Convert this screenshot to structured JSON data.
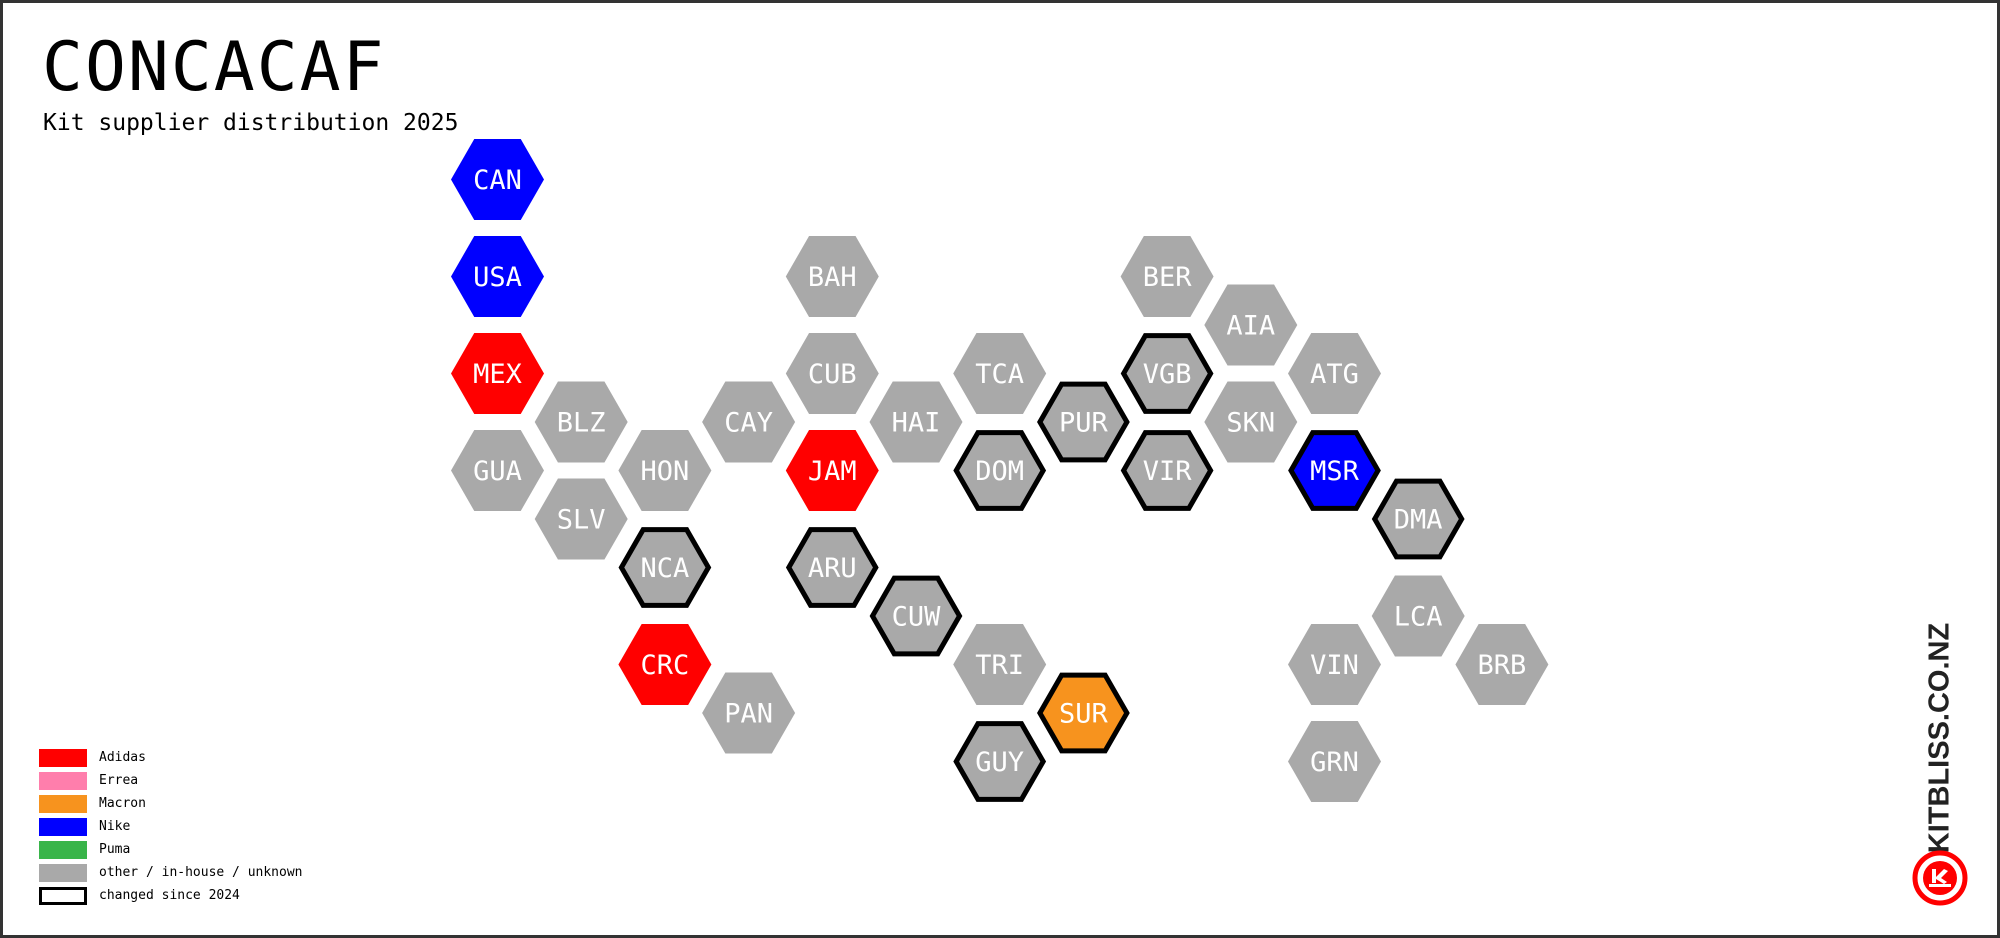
{
  "title": "CONCACAF",
  "subtitle": "Kit supplier distribution 2025",
  "colors": {
    "Adidas": "#ff0000",
    "Errea": "#ff7eac",
    "Macron": "#f7931e",
    "Nike": "#0000ff",
    "Puma": "#39b54a",
    "other": "#a9a9a9",
    "outline": "#000000"
  },
  "legend": [
    {
      "label": "Adidas",
      "key": "Adidas"
    },
    {
      "label": "Errea",
      "key": "Errea"
    },
    {
      "label": "Macron",
      "key": "Macron"
    },
    {
      "label": "Nike",
      "key": "Nike"
    },
    {
      "label": "Puma",
      "key": "Puma"
    },
    {
      "label": "other / in-house / unknown",
      "key": "other"
    },
    {
      "label": "changed since 2024",
      "key": "changed"
    }
  ],
  "teams": [
    {
      "code": "CAN",
      "supplier": "Nike",
      "changed": false
    },
    {
      "code": "USA",
      "supplier": "Nike",
      "changed": false
    },
    {
      "code": "MEX",
      "supplier": "Adidas",
      "changed": false
    },
    {
      "code": "GUA",
      "supplier": "other",
      "changed": false
    },
    {
      "code": "BLZ",
      "supplier": "other",
      "changed": false
    },
    {
      "code": "SLV",
      "supplier": "other",
      "changed": false
    },
    {
      "code": "HON",
      "supplier": "other",
      "changed": false
    },
    {
      "code": "NCA",
      "supplier": "other",
      "changed": true
    },
    {
      "code": "CRC",
      "supplier": "Adidas",
      "changed": false
    },
    {
      "code": "CAY",
      "supplier": "other",
      "changed": false
    },
    {
      "code": "PAN",
      "supplier": "other",
      "changed": false
    },
    {
      "code": "BAH",
      "supplier": "other",
      "changed": false
    },
    {
      "code": "CUB",
      "supplier": "other",
      "changed": false
    },
    {
      "code": "JAM",
      "supplier": "Adidas",
      "changed": false
    },
    {
      "code": "ARU",
      "supplier": "other",
      "changed": true
    },
    {
      "code": "HAI",
      "supplier": "other",
      "changed": false
    },
    {
      "code": "CUW",
      "supplier": "other",
      "changed": true
    },
    {
      "code": "TCA",
      "supplier": "other",
      "changed": false
    },
    {
      "code": "DOM",
      "supplier": "other",
      "changed": true
    },
    {
      "code": "TRI",
      "supplier": "other",
      "changed": false
    },
    {
      "code": "GUY",
      "supplier": "other",
      "changed": true
    },
    {
      "code": "PUR",
      "supplier": "other",
      "changed": true
    },
    {
      "code": "SUR",
      "supplier": "Macron",
      "changed": true
    },
    {
      "code": "BER",
      "supplier": "other",
      "changed": false
    },
    {
      "code": "VGB",
      "supplier": "other",
      "changed": true
    },
    {
      "code": "VIR",
      "supplier": "other",
      "changed": true
    },
    {
      "code": "AIA",
      "supplier": "other",
      "changed": false
    },
    {
      "code": "SKN",
      "supplier": "other",
      "changed": false
    },
    {
      "code": "ATG",
      "supplier": "other",
      "changed": false
    },
    {
      "code": "MSR",
      "supplier": "Nike",
      "changed": true
    },
    {
      "code": "VIN",
      "supplier": "other",
      "changed": false
    },
    {
      "code": "GRN",
      "supplier": "other",
      "changed": false
    },
    {
      "code": "DMA",
      "supplier": "other",
      "changed": true
    },
    {
      "code": "LCA",
      "supplier": "other",
      "changed": false
    },
    {
      "code": "BRB",
      "supplier": "other",
      "changed": false
    }
  ],
  "brand": {
    "name": "KITBLISS.CO.NZ",
    "color": "#ff0000"
  }
}
